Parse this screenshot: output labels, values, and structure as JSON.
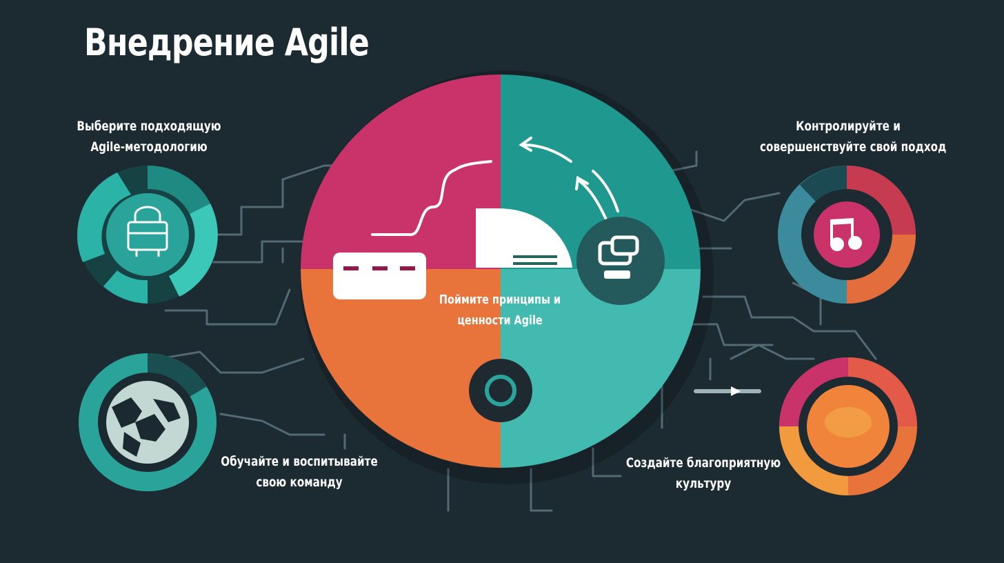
{
  "title": "Внедрение Agile",
  "colors": {
    "background": "#1c2a31",
    "magenta": "#c9336a",
    "teal": "#2aa49a",
    "orange": "#e8743c",
    "dark_teal": "#1c5a5a",
    "line": "#5d7680",
    "white": "#ffffff"
  },
  "center": {
    "label_line1": "Поймите принципы и",
    "label_line2": "ценности Agile",
    "icons": [
      "chart-line-icon",
      "card-icon",
      "semicircle-gauge-icon",
      "refresh-arrows-icon",
      "people-icon",
      "ring-icon"
    ]
  },
  "steps": {
    "top_left": {
      "line1": "Выберите подходящую",
      "line2": "Agile-методологию",
      "icon": "board-icon"
    },
    "top_right": {
      "line1": "Контролируйте и",
      "line2": "совершенствуйте свой подход",
      "icon": "music-note-icon"
    },
    "bottom_left": {
      "line1": "Обучайте и воспитывайте",
      "line2": "свою команду",
      "icon": "team-figures-icon"
    },
    "bottom_right": {
      "line1": "Создайте благоприятную",
      "line2": "культуру",
      "icon": "culture-ring-icon"
    }
  }
}
